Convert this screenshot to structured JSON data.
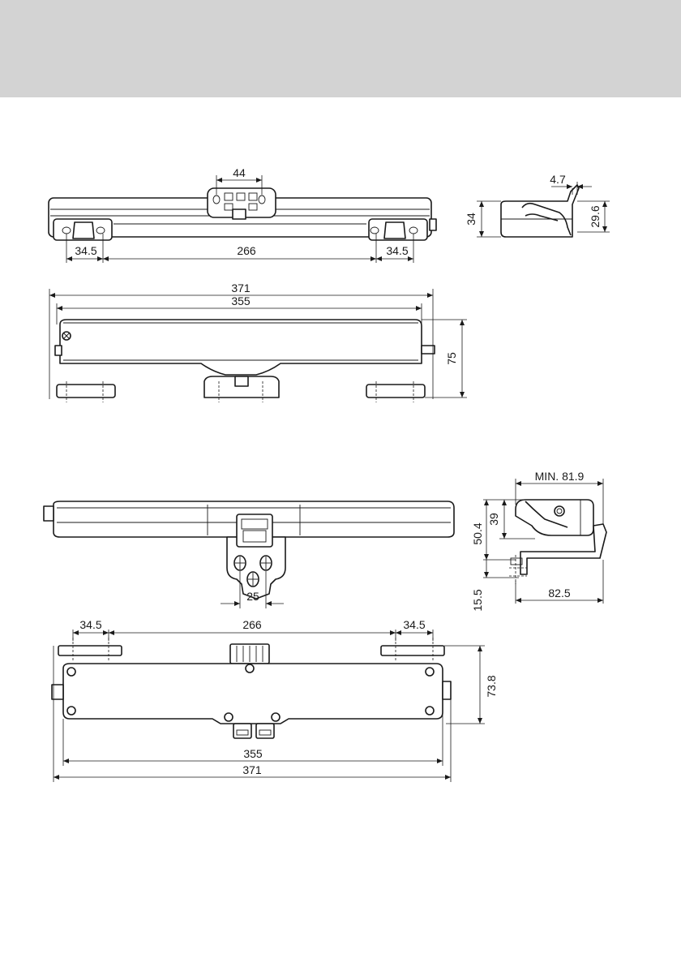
{
  "header": {
    "background": "#d3d3d3"
  },
  "drawing": {
    "line_color": "#1a1a1a",
    "background": "#ffffff"
  },
  "dimensions": {
    "v1_top_44": "44",
    "v1_top_left_345": "34.5",
    "v1_top_266": "266",
    "v1_top_right_345": "34.5",
    "v1_side_47": "4.7",
    "v1_side_34": "34",
    "v1_side_296": "29.6",
    "v1_front_371": "371",
    "v1_front_355": "355",
    "v1_front_75": "75",
    "v2_side_min819": "MIN. 81.9",
    "v2_side_39": "39",
    "v2_side_504": "50.4",
    "v2_side_155": "15.5",
    "v2_side_825": "82.5",
    "v2_front_25": "25",
    "v2_bottom_left_345": "34.5",
    "v2_bottom_266": "266",
    "v2_bottom_right_345": "34.5",
    "v2_bottom_738": "73.8",
    "v2_bottom_355": "355",
    "v2_bottom_371": "371"
  }
}
